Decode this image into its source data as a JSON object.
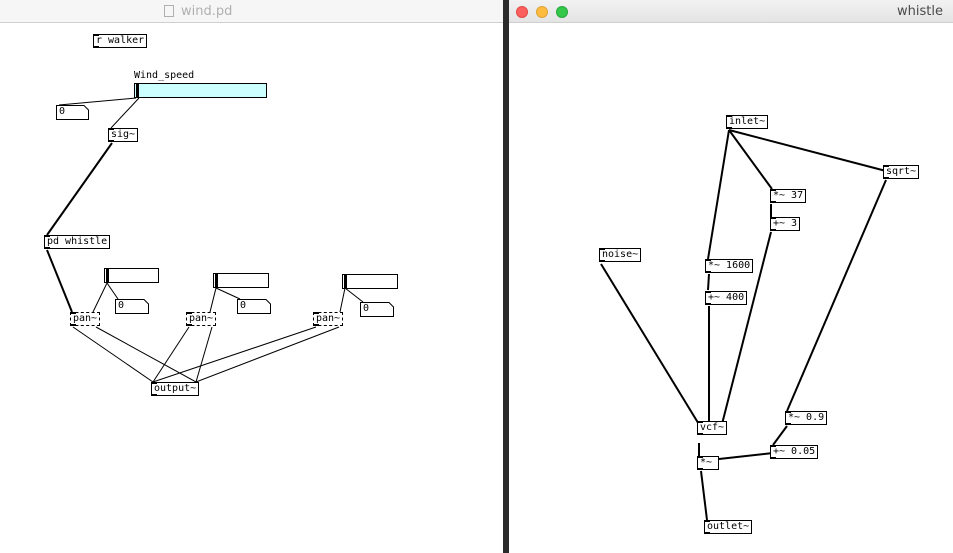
{
  "left_window": {
    "title": "wind.pd",
    "objects": {
      "r_walker": "r walker",
      "sig": "sig~",
      "pd_whistle": "pd whistle",
      "pan1": "pan~",
      "pan2": "pan~",
      "pan3": "pan~",
      "output": "output~"
    },
    "slider_label": "Wind_speed",
    "slider_color": "#ccffff",
    "numbers": {
      "n_main": "0",
      "n1": "0",
      "n2": "0",
      "n3": "0"
    }
  },
  "right_window": {
    "title": "whistle",
    "objects": {
      "inlet": "inlet~",
      "mul37": "*~ 37",
      "add3": "+~ 3",
      "sqrt": "sqrt~",
      "noise": "noise~",
      "mul1600": "*~ 1600",
      "add400": "+~ 400",
      "vcf": "vcf~",
      "mul09": "*~ 0.9",
      "add005": "+~ 0.05",
      "mul": "*~",
      "outlet": "outlet~"
    }
  }
}
